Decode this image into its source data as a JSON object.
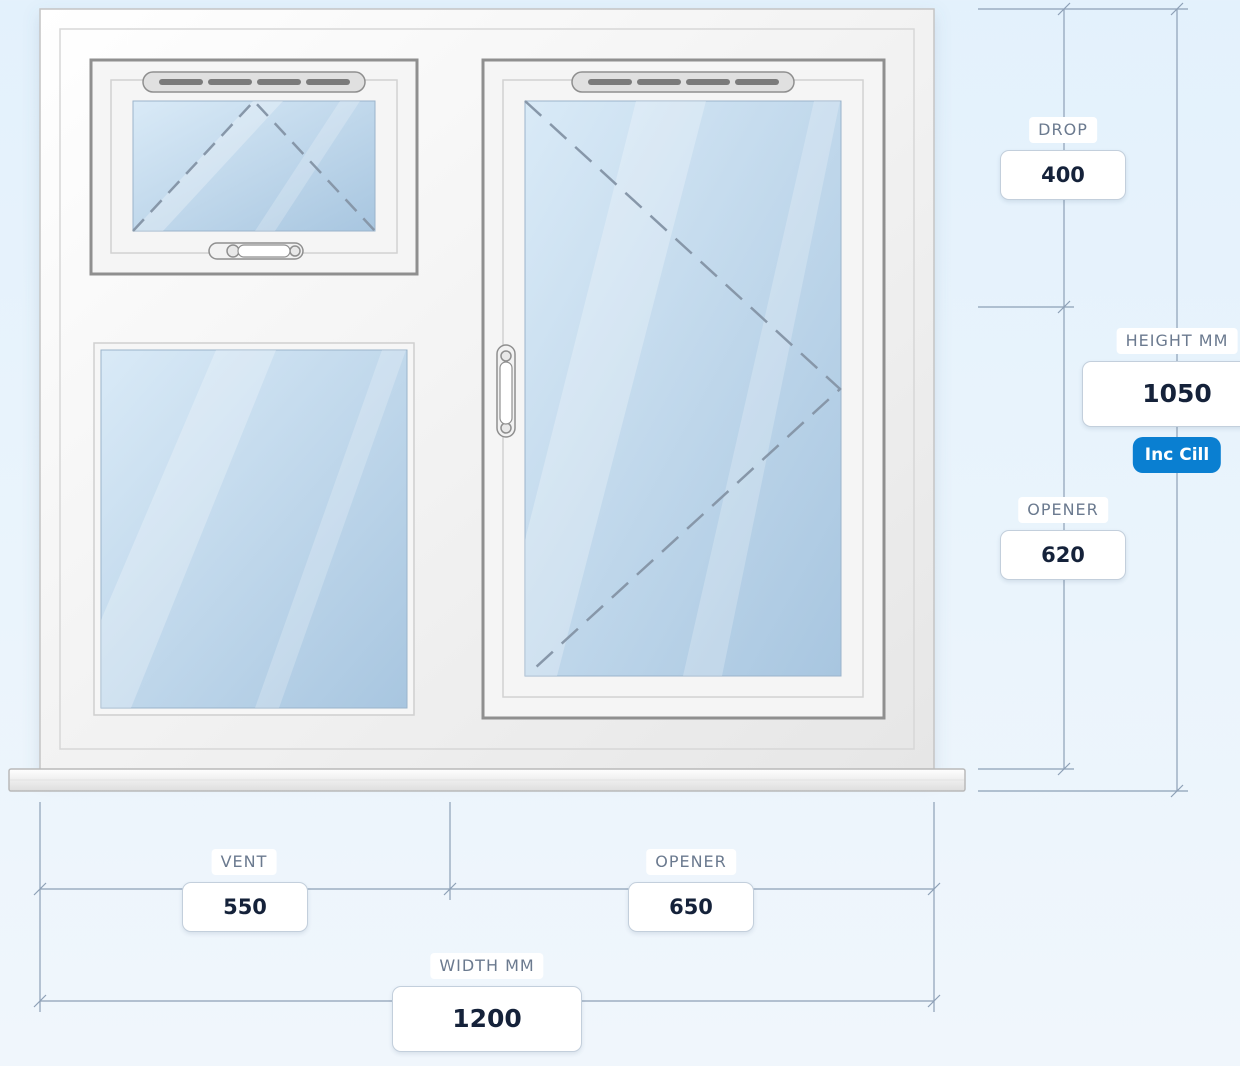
{
  "window": {
    "name": "casement-window-diagram",
    "style": "top-vent-over-fixed-with-side-opener"
  },
  "dimensions": {
    "drop": {
      "label": "DROP",
      "value": "400"
    },
    "height": {
      "label": "HEIGHT MM",
      "value": "1050",
      "badge": "Inc Cill"
    },
    "height_opener": {
      "label": "OPENER",
      "value": "620"
    },
    "vent": {
      "label": "VENT",
      "value": "550"
    },
    "width_opener": {
      "label": "OPENER",
      "value": "650"
    },
    "width": {
      "label": "WIDTH MM",
      "value": "1200"
    }
  },
  "colors": {
    "frame": "#f7f7f7",
    "frame_edge": "#8f8f8f",
    "glass_light": "#d8e9f6",
    "glass_dark": "#a9c8e2",
    "dimension_line": "#8da0b6",
    "badge_bg": "#0a7fd1"
  },
  "icons": [
    "trickle-vent-icon",
    "window-handle-icon",
    "opening-direction-icon"
  ]
}
